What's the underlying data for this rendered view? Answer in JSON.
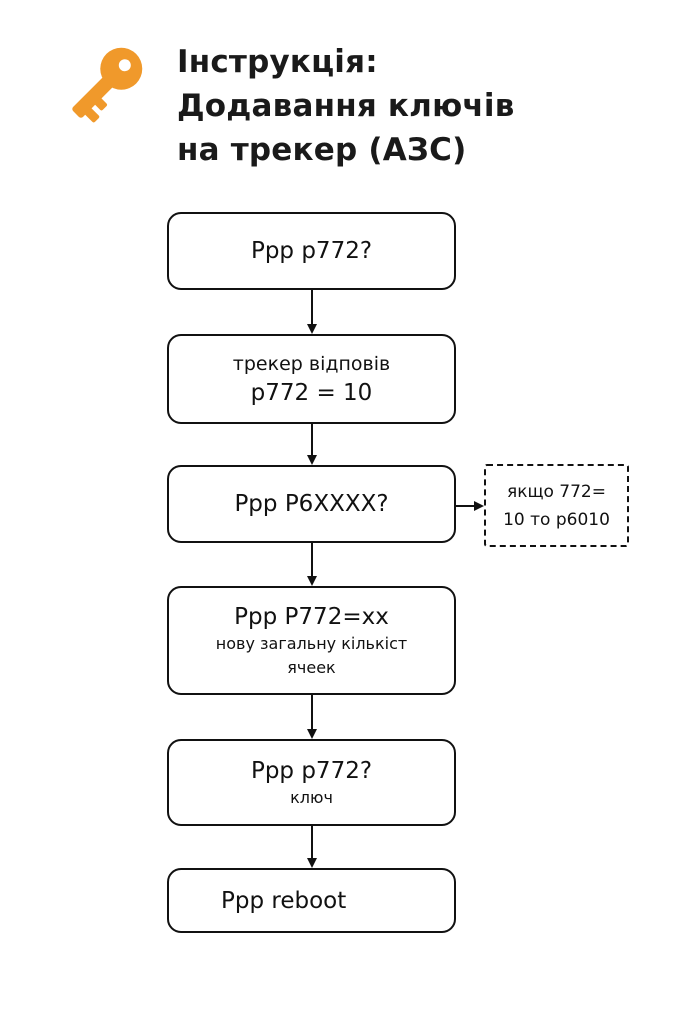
{
  "header": {
    "icon": "key-icon",
    "icon_color": "#F0992B",
    "title_lines": [
      "Інструкція:",
      "Додавання ключів",
      "на трекер (АЗС)"
    ]
  },
  "flow": {
    "step1": {
      "main": "Ppp p772?"
    },
    "step2": {
      "line1": "трекер відповів",
      "line2": "p772 = 10"
    },
    "step3": {
      "main": "Ppp P6XXXX?"
    },
    "note": {
      "line1": "якщо 772=",
      "line2": "10 то p6010"
    },
    "step4": {
      "main": "Ppp P772=xx",
      "line1": "нову загальну кількіст",
      "line2": "ячеек"
    },
    "step5": {
      "main": "Ppp p772?",
      "sub": "ключ"
    },
    "step6": {
      "main": "Ppp reboot"
    }
  }
}
